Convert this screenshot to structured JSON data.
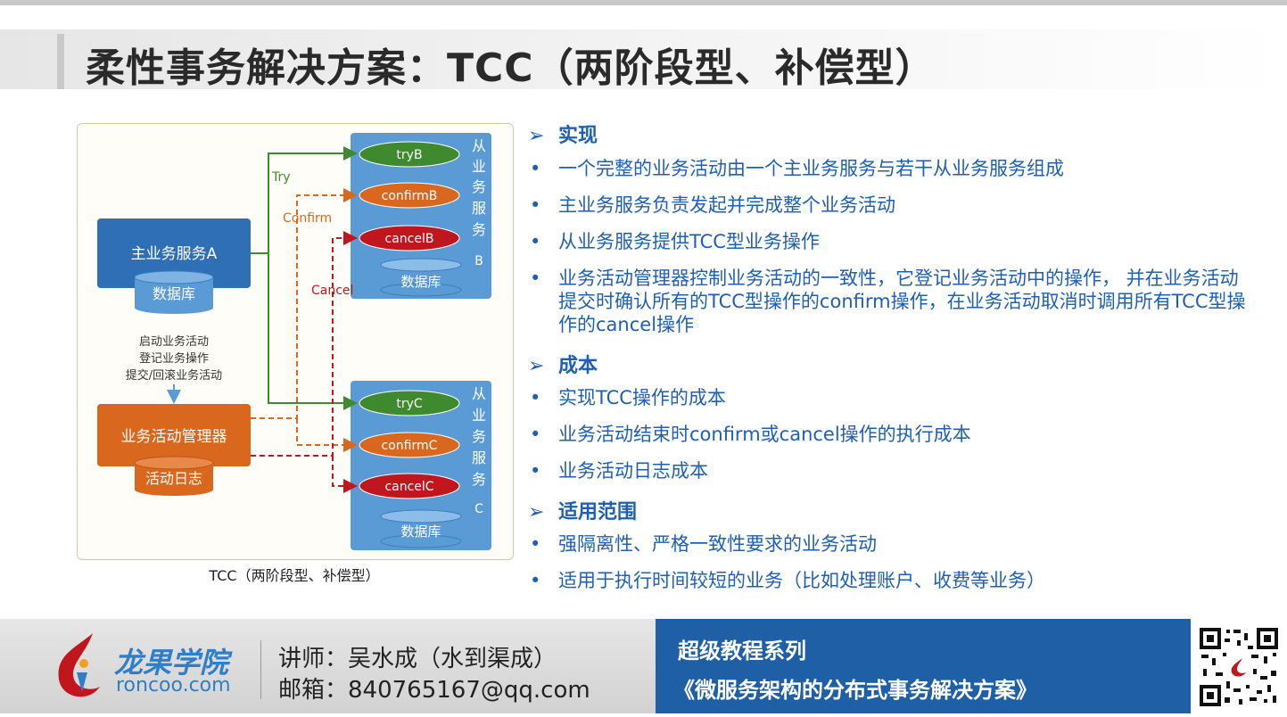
{
  "title": "柔性事务解决方案：TCC（两阶段型、补偿型）",
  "diagram": {
    "service_a": "主业务服务A",
    "db_a": "数据库",
    "side_notes": [
      "启动业务活动",
      "登记业务操作",
      "提交/回滚业务活动"
    ],
    "manager": "业务活动管理器",
    "log": "活动日志",
    "labels": {
      "try": "Try",
      "confirm": "Confirm",
      "cancel": "Cancel"
    },
    "service_b": {
      "ops": [
        "tryB",
        "confirmB",
        "cancelB"
      ],
      "db": "数据库",
      "vertical": [
        "从",
        "业",
        "务",
        "服",
        "务",
        "B"
      ]
    },
    "service_c": {
      "ops": [
        "tryC",
        "confirmC",
        "cancelC"
      ],
      "db": "数据库",
      "vertical": [
        "从",
        "业",
        "务",
        "服",
        "务",
        "C"
      ]
    },
    "caption": "TCC（两阶段型、补偿型）",
    "colors": {
      "blue": "#3a85cc",
      "orange": "#d9681e",
      "green": "#3f8a2e",
      "red": "#c0161d",
      "arrow_blue": "#5b9bd5"
    }
  },
  "sections": [
    {
      "heading": "实现",
      "items": [
        "一个完整的业务活动由一个主业务服务与若干从业务服务组成",
        "主业务服务负责发起并完成整个业务活动",
        "从业务服务提供TCC型业务操作",
        "业务活动管理器控制业务活动的一致性，它登记业务活动中的操作， 并在业务活动提交时确认所有的TCC型操作的confirm操作，在业务活动取消时调用所有TCC型操作的cancel操作"
      ]
    },
    {
      "heading": "成本",
      "items": [
        "实现TCC操作的成本",
        "业务活动结束时confirm或cancel操作的执行成本",
        "业务活动日志成本"
      ]
    },
    {
      "heading": "适用范围",
      "items": [
        "强隔离性、严格一致性要求的业务活动",
        "适用于执行时间较短的业务（比如处理账户、收费等业务）"
      ]
    }
  ],
  "footer": {
    "logo_cn": "龙果学院",
    "logo_en": "roncoo.com",
    "lecturer": "讲师：吴水成（水到渠成）",
    "email": "邮箱：840765167@qq.com",
    "series": "超级教程系列",
    "course": "《微服务架构的分布式事务解决方案》"
  }
}
